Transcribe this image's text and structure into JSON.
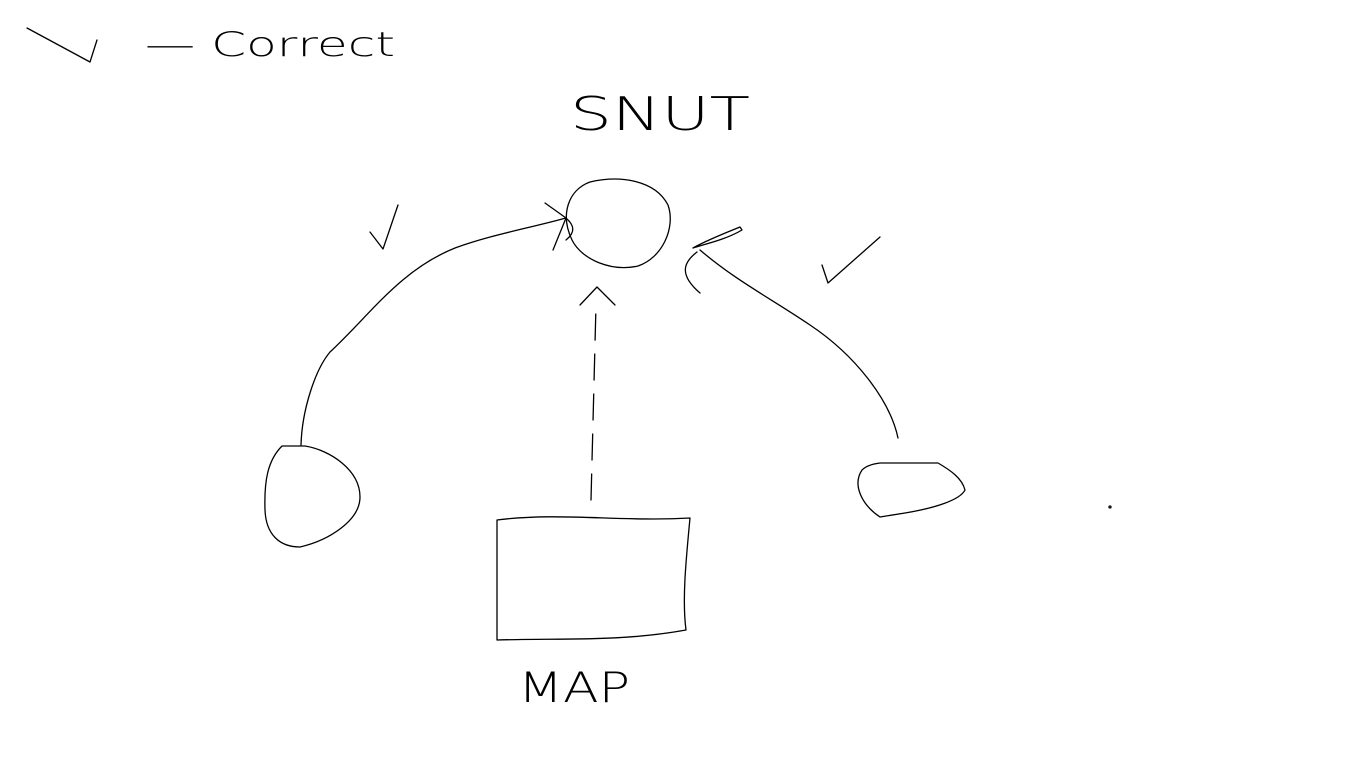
{
  "legend": {
    "text": "— Correct"
  },
  "nodes": {
    "top": {
      "label": "SNUT"
    },
    "bottom": {
      "label": "MAP"
    }
  },
  "colors": {
    "background": "#ffffff",
    "ink": "#000000"
  }
}
